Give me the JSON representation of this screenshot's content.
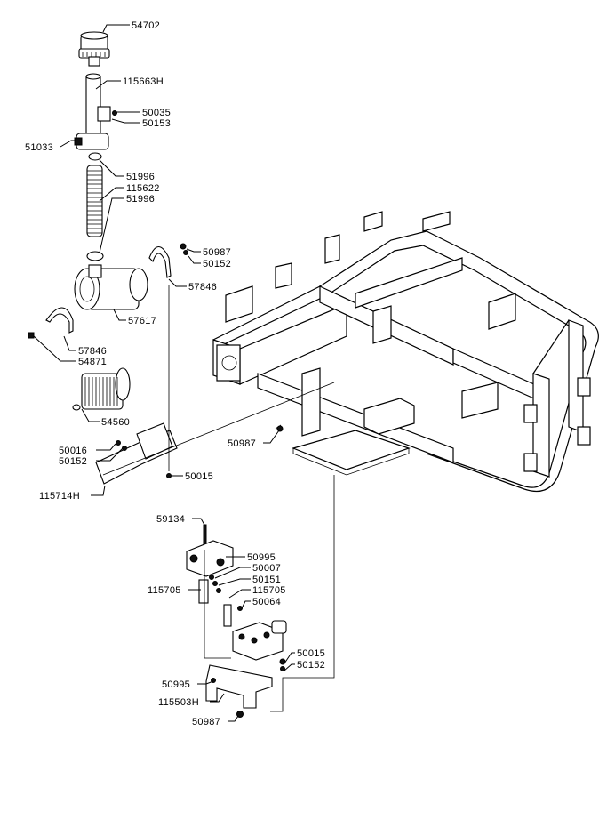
{
  "callouts": [
    {
      "id": "c01",
      "text": "54702"
    },
    {
      "id": "c02",
      "text": "115663H"
    },
    {
      "id": "c03",
      "text": "50035"
    },
    {
      "id": "c04",
      "text": "50153"
    },
    {
      "id": "c05",
      "text": "51033"
    },
    {
      "id": "c06",
      "text": "51996"
    },
    {
      "id": "c07",
      "text": "115622"
    },
    {
      "id": "c08",
      "text": "51996"
    },
    {
      "id": "c09",
      "text": "50987"
    },
    {
      "id": "c10",
      "text": "50152"
    },
    {
      "id": "c11",
      "text": "57846"
    },
    {
      "id": "c12",
      "text": "57617"
    },
    {
      "id": "c13",
      "text": "57846"
    },
    {
      "id": "c14",
      "text": "54871"
    },
    {
      "id": "c15",
      "text": "54560"
    },
    {
      "id": "c16",
      "text": "50987"
    },
    {
      "id": "c17",
      "text": "50016"
    },
    {
      "id": "c18",
      "text": "50152"
    },
    {
      "id": "c19",
      "text": "50015"
    },
    {
      "id": "c20",
      "text": "115714H"
    },
    {
      "id": "c21",
      "text": "59134"
    },
    {
      "id": "c22",
      "text": "50995"
    },
    {
      "id": "c23",
      "text": "50007"
    },
    {
      "id": "c24",
      "text": "50151"
    },
    {
      "id": "c25",
      "text": "115705"
    },
    {
      "id": "c26",
      "text": "115705"
    },
    {
      "id": "c27",
      "text": "50064"
    },
    {
      "id": "c28",
      "text": "50015"
    },
    {
      "id": "c29",
      "text": "50152"
    },
    {
      "id": "c30",
      "text": "50995"
    },
    {
      "id": "c31",
      "text": "115503H"
    },
    {
      "id": "c32",
      "text": "50987"
    }
  ]
}
